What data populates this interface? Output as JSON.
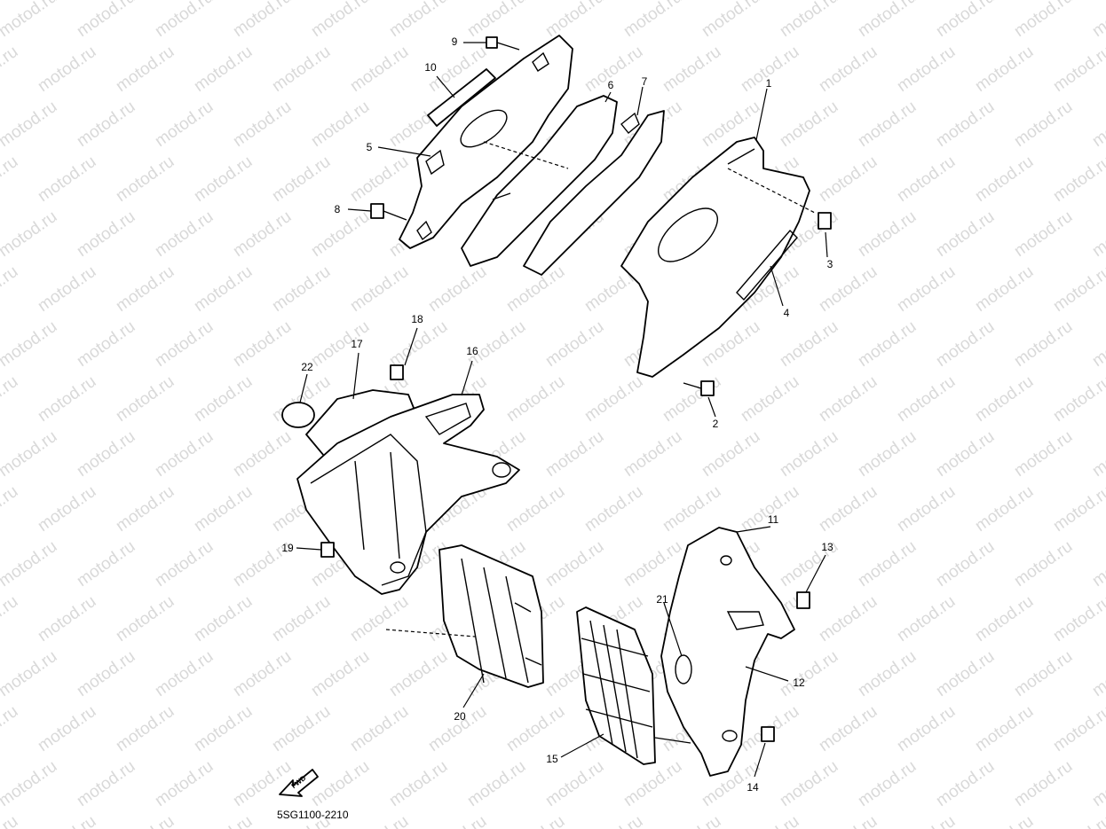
{
  "watermark": "motod.ru",
  "diagram_code": "5SG1100-2210",
  "fwd_label": "FWD",
  "callouts": {
    "c1": "1",
    "c2": "2",
    "c3": "3",
    "c4": "4",
    "c5": "5",
    "c6": "6",
    "c7": "7",
    "c8": "8",
    "c9": "9",
    "c10": "10",
    "c11": "11",
    "c12": "12",
    "c13": "13",
    "c14": "14",
    "c15": "15",
    "c16": "16",
    "c17": "17",
    "c18": "18",
    "c19": "19",
    "c20": "20",
    "c21": "21",
    "c22": "22"
  }
}
